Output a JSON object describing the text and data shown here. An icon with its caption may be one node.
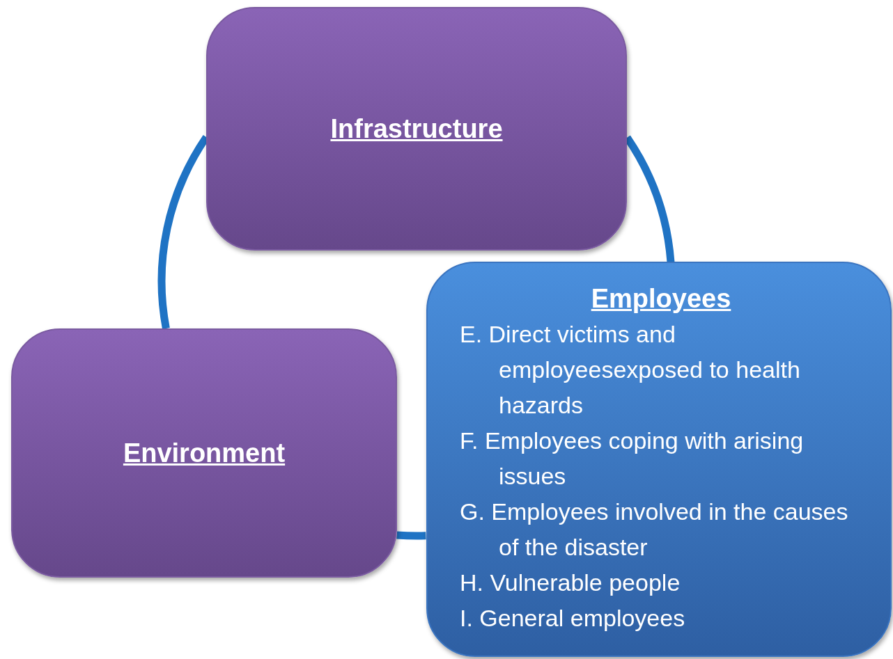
{
  "diagram": {
    "nodes": [
      {
        "text": [
          "Infrastructure"
        ]
      },
      {
        "text": [
          "Employees",
          "E. Direct victims and employeesexposed to health hazards",
          "F. Employees coping with arising issues",
          "G. Employees involved in the causes of the disaster",
          "H. Vulnerable people",
          "I.  General employees"
        ]
      },
      {
        "text": [
          "Environment"
        ]
      }
    ],
    "edges": [
      {
        "from": 0,
        "to": 1,
        "arrow": "none"
      },
      {
        "from": 1,
        "to": 2,
        "arrow": "none"
      },
      {
        "from": 2,
        "to": 0,
        "arrow": "none"
      }
    ]
  }
}
